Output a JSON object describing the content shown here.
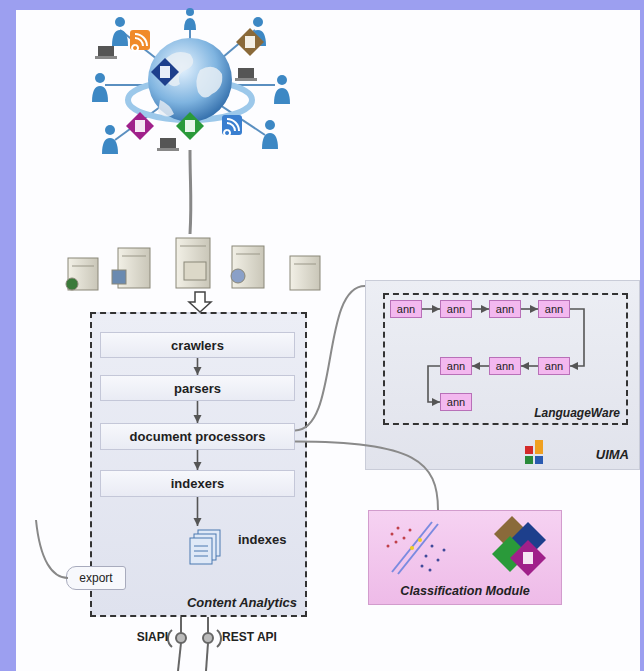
{
  "diagram": {
    "nodes": [
      {
        "text": [
          "Content Analytics"
        ]
      },
      {
        "text": [
          "crawlers"
        ],
        "in": 0
      },
      {
        "text": [
          "parsers"
        ],
        "in": 0
      },
      {
        "text": [
          "document processors"
        ],
        "in": 0
      },
      {
        "text": [
          "indexers"
        ],
        "in": 0
      },
      {
        "text": [
          "indexes"
        ],
        "in": 0
      },
      {
        "text": [
          "export"
        ]
      },
      {
        "text": [
          "UIMA"
        ]
      },
      {
        "text": [
          "LanguageWare"
        ],
        "in": 7
      },
      {
        "text": [
          "ann"
        ],
        "in": 8
      },
      {
        "text": [
          "ann"
        ],
        "in": 8
      },
      {
        "text": [
          "ann"
        ],
        "in": 8
      },
      {
        "text": [
          "ann"
        ],
        "in": 8
      },
      {
        "text": [
          "ann"
        ],
        "in": 8
      },
      {
        "text": [
          "ann"
        ],
        "in": 8
      },
      {
        "text": [
          "ann"
        ],
        "in": 8
      },
      {
        "text": [
          "ann"
        ],
        "in": 8
      },
      {
        "text": [
          "Classification Module"
        ]
      }
    ],
    "edges": [
      {
        "from": 1,
        "to": 2,
        "arrow": "to"
      },
      {
        "from": 2,
        "to": 3,
        "arrow": "to"
      },
      {
        "from": 3,
        "to": 4,
        "arrow": "to"
      },
      {
        "from": 4,
        "to": 5,
        "arrow": "to"
      },
      {
        "from": 3,
        "to": 7,
        "arrow": "none"
      },
      {
        "from": 3,
        "to": 17,
        "arrow": "none"
      },
      {
        "from": 9,
        "to": 10,
        "arrow": "to"
      },
      {
        "from": 10,
        "to": 11,
        "arrow": "to"
      },
      {
        "from": 11,
        "to": 12,
        "arrow": "to"
      },
      {
        "from": 12,
        "to": 15,
        "arrow": "to"
      },
      {
        "from": 15,
        "to": 14,
        "arrow": "to"
      },
      {
        "from": 14,
        "to": 13,
        "arrow": "to"
      },
      {
        "from": 13,
        "to": 16,
        "arrow": "to"
      }
    ],
    "labels": [
      "SIAPI",
      "REST API"
    ]
  }
}
